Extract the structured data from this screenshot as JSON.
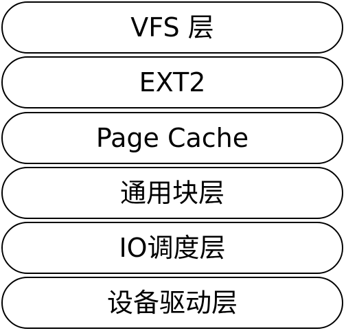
{
  "diagram": {
    "layers": [
      {
        "label": "VFS 层"
      },
      {
        "label": "EXT2"
      },
      {
        "label": "Page Cache"
      },
      {
        "label": "通用块层"
      },
      {
        "label": "IO调度层"
      },
      {
        "label": "设备驱动层"
      }
    ],
    "colors": {
      "border": "#000000",
      "fill": "#ffffff",
      "text": "#000000"
    }
  }
}
